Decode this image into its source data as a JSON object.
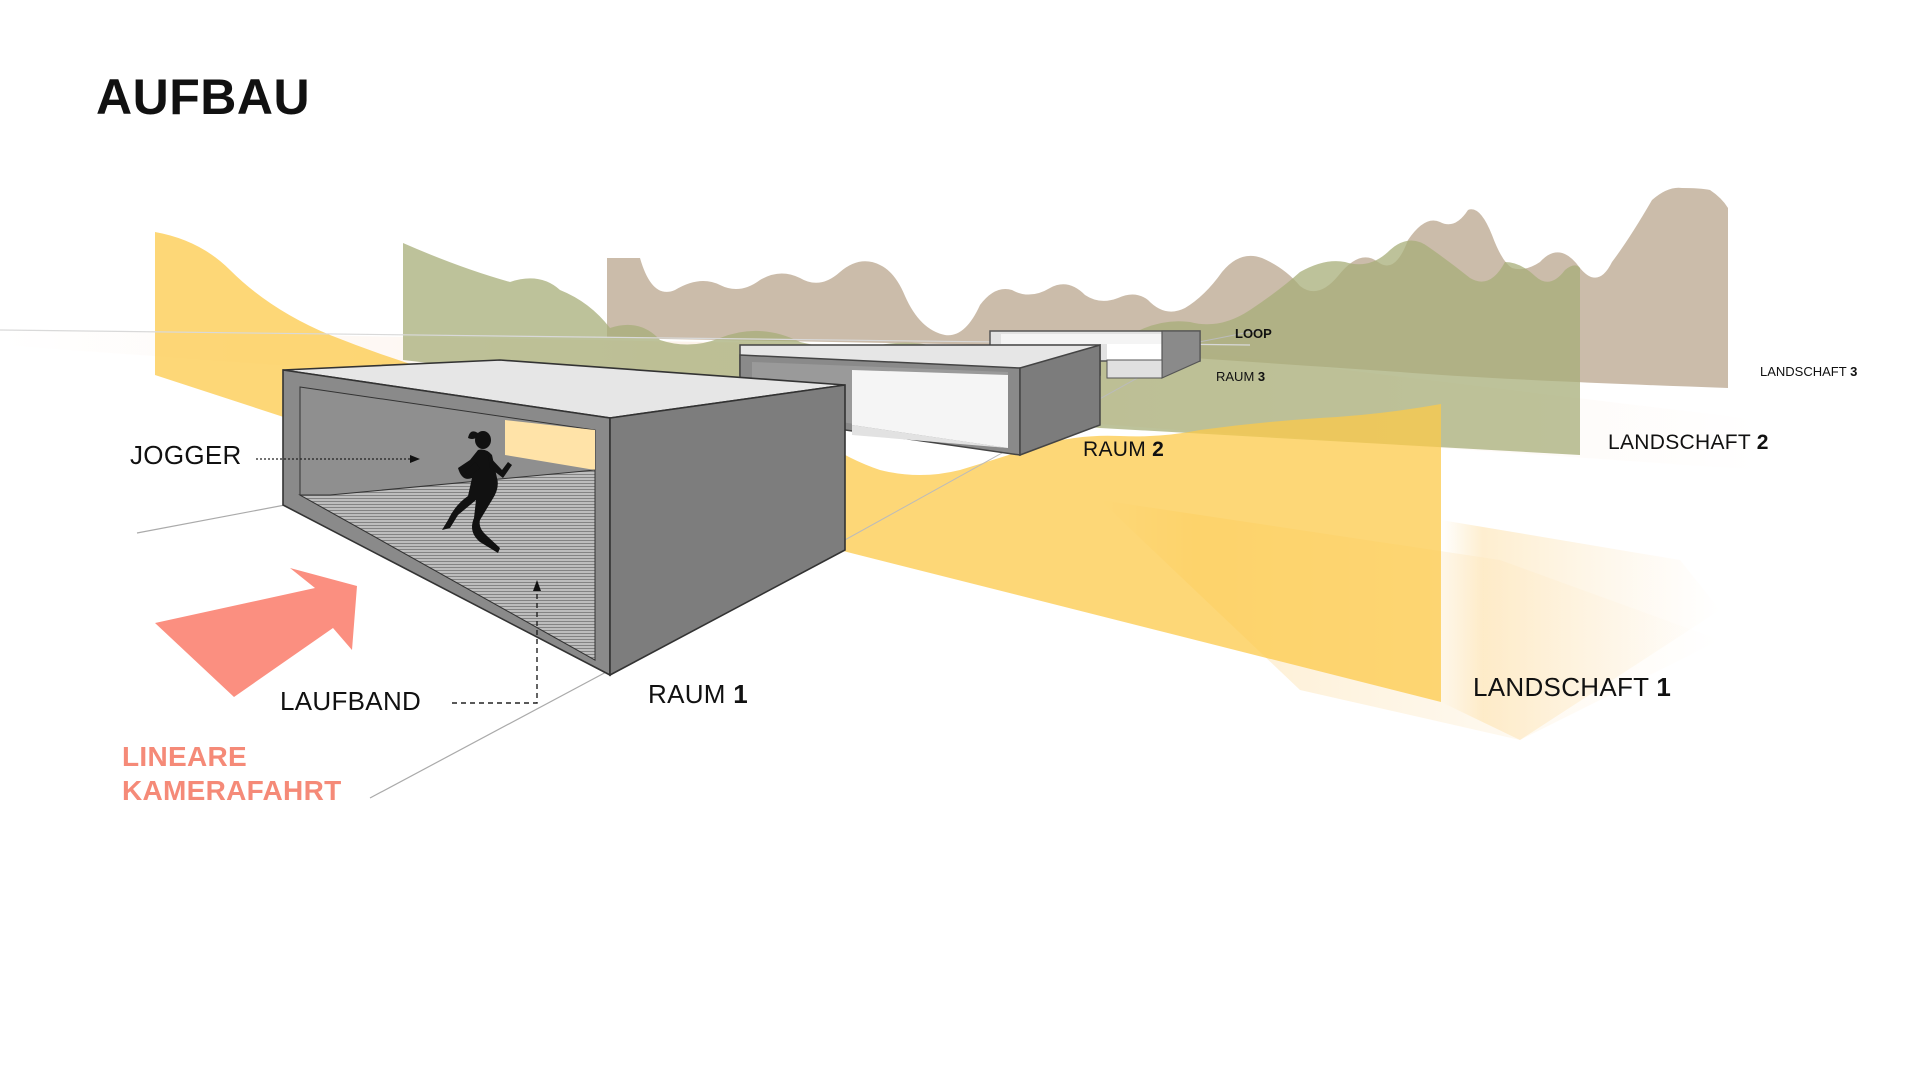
{
  "title": "AUFBAU",
  "labels": {
    "jogger": "JOGGER",
    "laufband": "LAUFBAND",
    "raum1_word": "RAUM",
    "raum1_num": "1",
    "raum2_word": "RAUM",
    "raum2_num": "2",
    "raum3_word": "RAUM",
    "raum3_num": "3",
    "loop": "LOOP",
    "landschaft1_word": "LANDSCHAFT",
    "landschaft1_num": "1",
    "landschaft2_word": "LANDSCHAFT",
    "landschaft2_num": "2",
    "landschaft3_word": "LANDSCHAFT",
    "landschaft3_num": "3",
    "camera_line1": "LINEARE",
    "camera_line2": "KAMERAFAHRT"
  },
  "colors": {
    "landschaft1": "#fcc94a",
    "landschaft2": "#a7ae78",
    "landschaft3": "#b9a68e",
    "room_side": "#8a8a8a",
    "room_top": "#e6e6e6",
    "camera_arrow": "#fb8f80",
    "camera_text": "#f58a78"
  },
  "icons": {
    "camera_arrow": "big-arrow-icon",
    "jogger": "running-figure-icon"
  }
}
